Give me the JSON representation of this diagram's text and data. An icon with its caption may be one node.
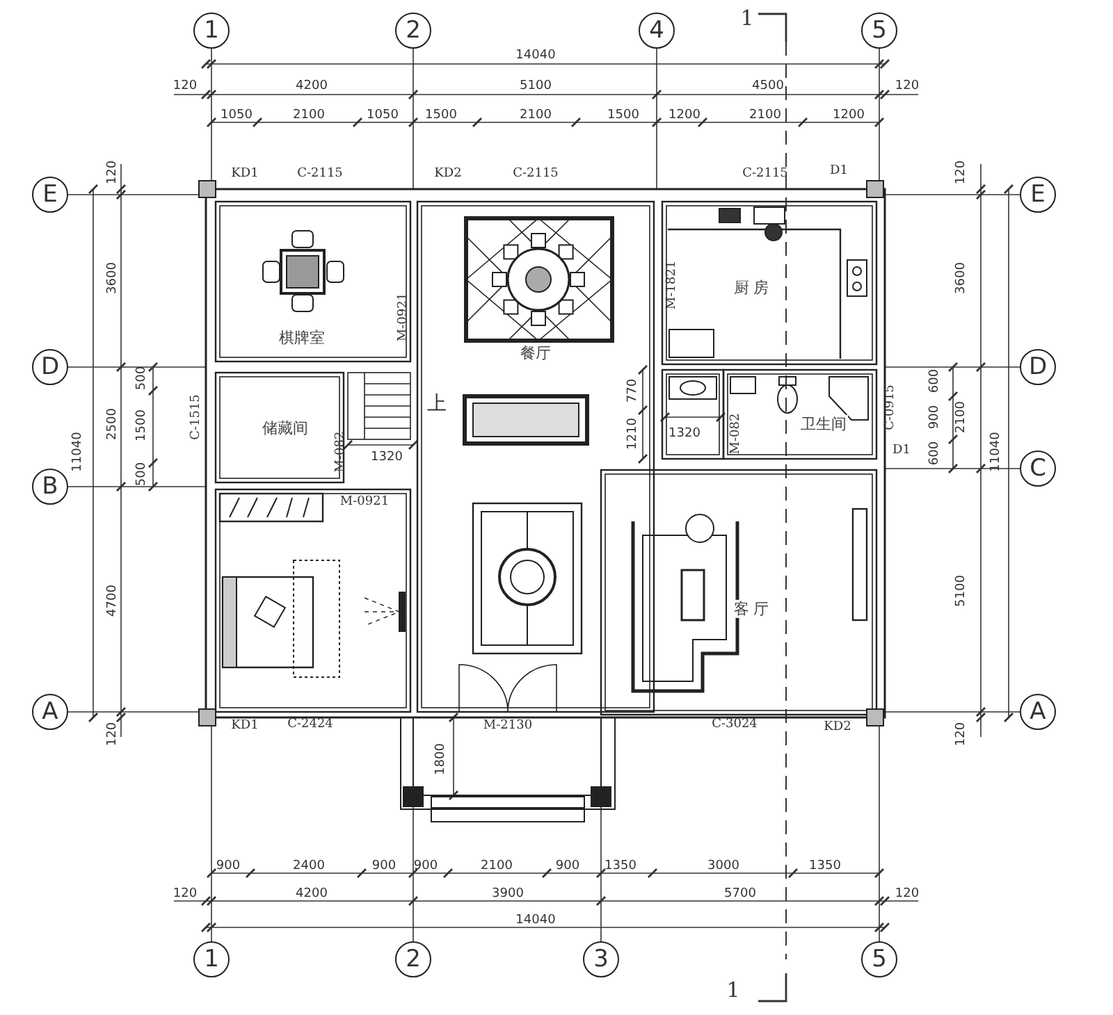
{
  "diagram": {
    "labels": [
      "1",
      "1",
      "2",
      "4",
      "5",
      "14040",
      "120",
      "4200",
      "5100",
      "4500",
      "120",
      "1050",
      "2100",
      "1050",
      "1500",
      "2100",
      "1500",
      "1200",
      "2100",
      "1200",
      "120",
      "KD1",
      "C-2115",
      "KD2",
      "C-2115",
      "C-2115",
      "D1",
      "120",
      "E",
      "E",
      "3600",
      "M-1821",
      "厨 房",
      "3600",
      "棋牌室",
      "M-0921",
      "餐厅",
      "D",
      "D",
      "500",
      "上",
      "770",
      "600",
      "2500",
      "1500",
      "C-1515",
      "储藏间",
      "1210",
      "1320",
      "M-082",
      "卫生间",
      "C-0915",
      "900",
      "2100",
      "11040",
      "500",
      "M-082",
      "1320",
      "D1",
      "600",
      "11040",
      "B",
      "M-0921",
      "C",
      "4700",
      "客 厅",
      "5100",
      "A",
      "A",
      "120",
      "KD1",
      "C-2424",
      "M-2130",
      "C-3024",
      "KD2",
      "120",
      "1800",
      "900",
      "2400",
      "900",
      "900",
      "2100",
      "900",
      "1350",
      "3000",
      "1350",
      "120",
      "4200",
      "3900",
      "5700",
      "120",
      "14040",
      "1",
      "2",
      "3",
      "5",
      "1"
    ]
  }
}
